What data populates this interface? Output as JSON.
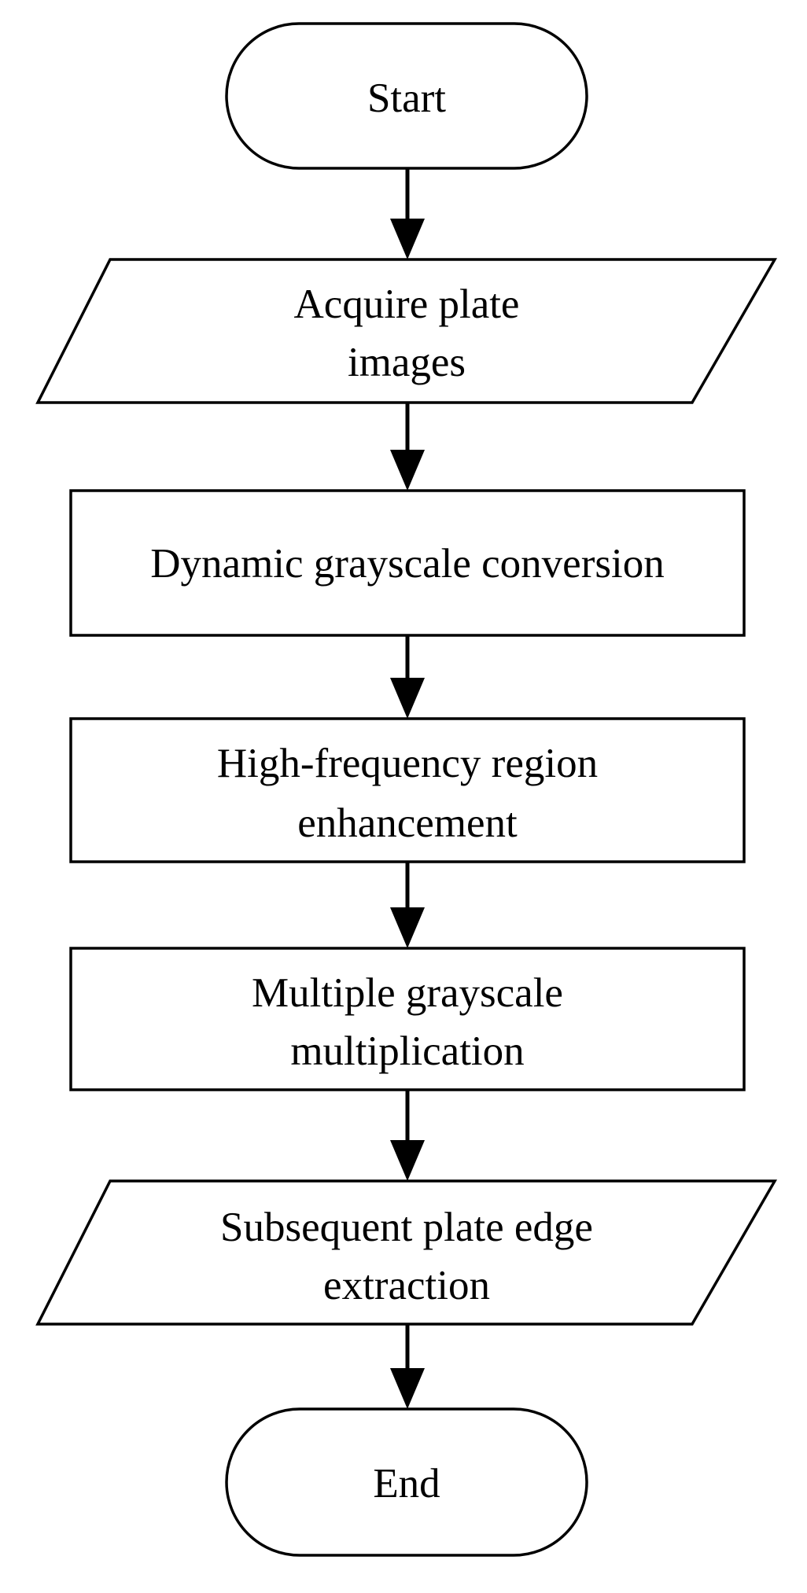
{
  "nodes": {
    "start": {
      "line1": "Start"
    },
    "acquire": {
      "line1": "Acquire plate",
      "line2": "images"
    },
    "dynamic": {
      "line1": "Dynamic grayscale conversion"
    },
    "highfreq": {
      "line1": "High-frequency region",
      "line2": "enhancement"
    },
    "multiple": {
      "line1": "Multiple grayscale",
      "line2": "multiplication"
    },
    "subsequent": {
      "line1": "Subsequent plate edge",
      "line2": "extraction"
    },
    "end": {
      "line1": "End"
    }
  },
  "colors": {
    "stroke": "#000000",
    "fill": "#ffffff",
    "text": "#000000"
  }
}
